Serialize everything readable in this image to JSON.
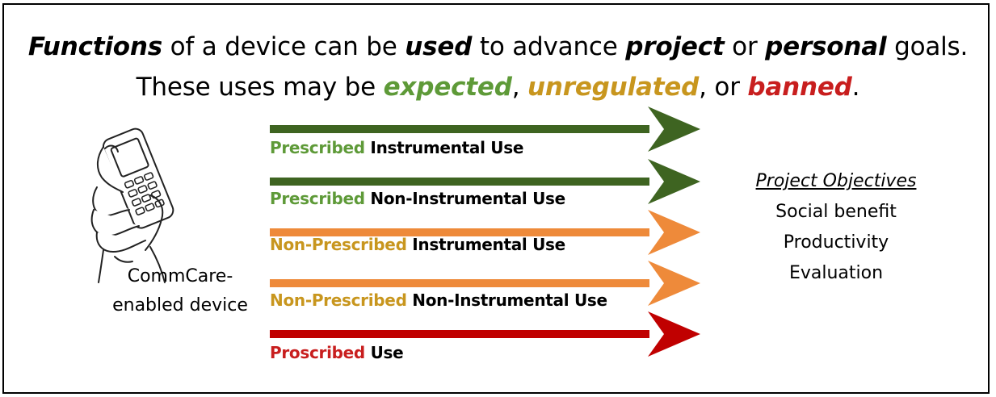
{
  "title": {
    "line1": {
      "w1": "Functions",
      "t1": " of a device can be ",
      "w2": "used",
      "t2": " to advance ",
      "w3": "project",
      "t3": " or ",
      "w4": "personal",
      "t4": " goals."
    },
    "line2": {
      "t1": "These uses may be ",
      "expected": "expected",
      "t2": ", ",
      "unregulated": "unregulated",
      "t3": ", or ",
      "banned": "banned",
      "t4": "."
    }
  },
  "device": {
    "label_line1": "CommCare-",
    "label_line2": "enabled device"
  },
  "arrows": [
    {
      "prefix": "Prescribed",
      "suffix": " Instrumental Use",
      "color": "#3e6421",
      "prefix_color": "#5e9a38"
    },
    {
      "prefix": "Prescribed",
      "suffix": " Non-Instrumental Use",
      "color": "#3e6421",
      "prefix_color": "#5e9a38"
    },
    {
      "prefix": "Non-Prescribed",
      "suffix": " Instrumental Use",
      "color": "#ee8a3a",
      "prefix_color": "#c8961e"
    },
    {
      "prefix": "Non-Prescribed",
      "suffix": " Non-Instrumental Use",
      "color": "#ee8a3a",
      "prefix_color": "#c8961e"
    },
    {
      "prefix": "Proscribed",
      "suffix": " Use",
      "color": "#c00000",
      "prefix_color": "#c81e1e"
    }
  ],
  "objectives": {
    "title": "Project Objectives",
    "items": [
      "Social benefit",
      "Productivity",
      "Evaluation"
    ]
  }
}
